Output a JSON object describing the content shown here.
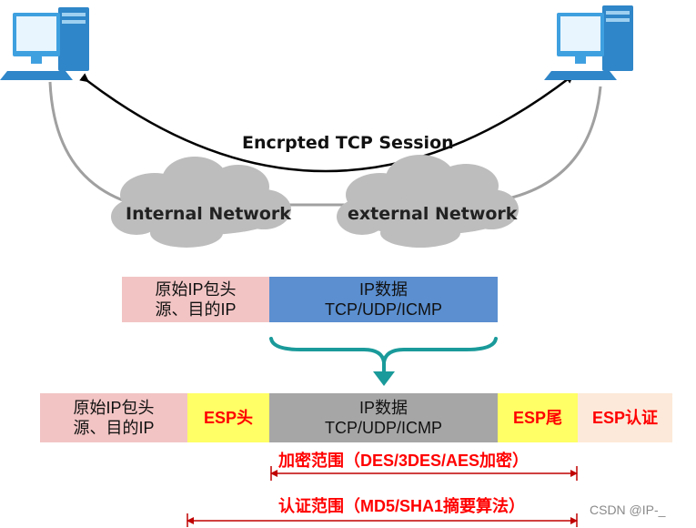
{
  "top": {
    "session_label": "Encrpted TCP Session",
    "internal_network": "Internal Network",
    "external_network": "external Network"
  },
  "original_packet": {
    "header_line1": "原始IP包头",
    "header_line2": "源、目的IP",
    "data_line1": "IP数据",
    "data_line2": "TCP/UDP/ICMP"
  },
  "esp_packet": {
    "header_line1": "原始IP包头",
    "header_line2": "源、目的IP",
    "esp_head": "ESP头",
    "data_line1": "IP数据",
    "data_line2": "TCP/UDP/ICMP",
    "esp_tail": "ESP尾",
    "esp_auth": "ESP认证"
  },
  "ranges": {
    "encryption": "加密范围（DES/3DES/AES加密）",
    "authentication": "认证范围（MD5/SHA1摘要算法）"
  },
  "watermark": "CSDN @IP-_",
  "colors": {
    "header_pink": "#f2c4c4",
    "data_blue": "#5b8fd0",
    "data_gray": "#a6a6a6",
    "esp_yellow": "#ffff66",
    "auth_peach": "#fde9d9",
    "teal_brace": "#1a9a9a",
    "red_text": "#ff0000",
    "monitor_blue": "#3fa0e0"
  }
}
